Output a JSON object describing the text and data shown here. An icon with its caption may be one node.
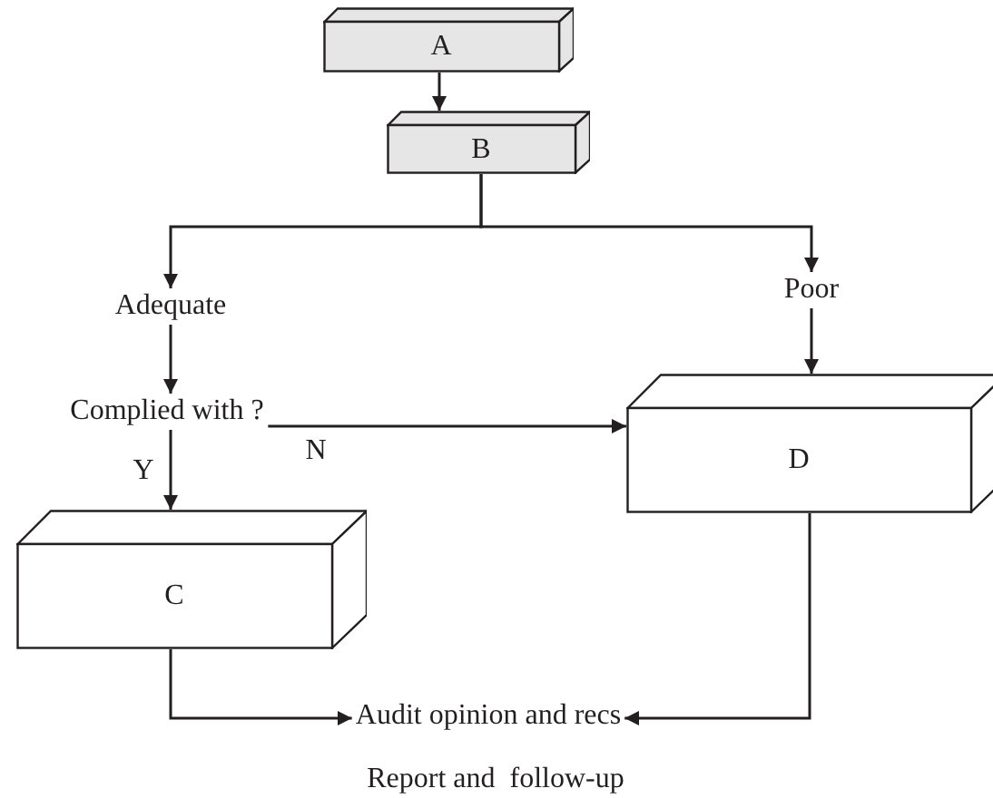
{
  "diagram": {
    "nodes": [
      {
        "text": [
          "A"
        ]
      },
      {
        "text": [
          "B"
        ]
      },
      {
        "text": [
          "Adequate"
        ]
      },
      {
        "text": [
          "Poor"
        ]
      },
      {
        "text": [
          "Complied with ?"
        ]
      },
      {
        "text": [
          "D"
        ]
      },
      {
        "text": [
          "C"
        ]
      },
      {
        "text": [
          "Audit opinion and recs"
        ]
      }
    ],
    "edges": [
      {
        "from": 0,
        "to": 1,
        "arrow": "to"
      },
      {
        "from": 1,
        "to": 2,
        "arrow": "to"
      },
      {
        "from": 1,
        "to": 3,
        "arrow": "to"
      },
      {
        "from": 2,
        "to": 4,
        "arrow": "to"
      },
      {
        "from": 4,
        "to": 5,
        "arrow": "to",
        "label": "N"
      },
      {
        "from": 4,
        "to": 6,
        "arrow": "to",
        "label": "Y"
      },
      {
        "from": 3,
        "to": 5,
        "arrow": "to"
      },
      {
        "from": 6,
        "to": 7,
        "arrow": "to"
      },
      {
        "from": 5,
        "to": 7,
        "arrow": "to"
      }
    ],
    "labels": [
      "Report and  follow-up"
    ]
  }
}
